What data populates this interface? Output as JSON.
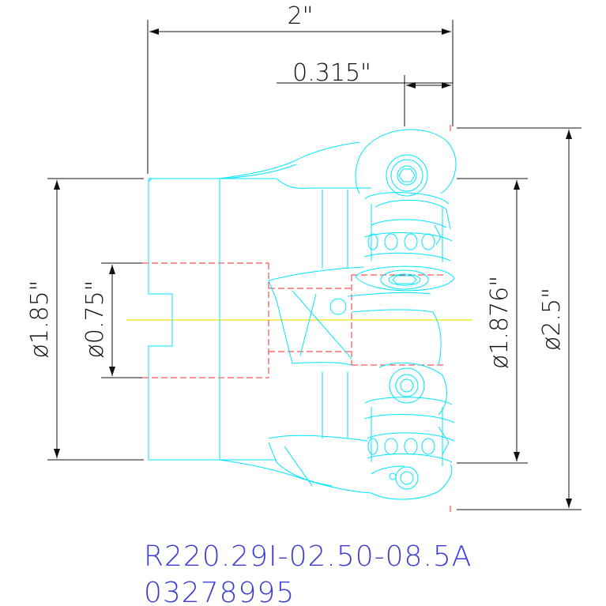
{
  "drawing": {
    "dimensions": {
      "overall_length": "2\"",
      "offset": "0.315\"",
      "body_diameter": "ø1.85\"",
      "bore_diameter": "ø0.75\"",
      "pitch_diameter": "ø1.876\"",
      "cutting_diameter": "ø2.5\""
    },
    "part_number": "R220.29I-02.50-08.5A",
    "order_code": "03278995"
  },
  "colors": {
    "outline": "#00e5ff",
    "hidden": "#ff2a2a",
    "centerline": "#f0e400",
    "dimension": "#111111",
    "code_text": "#3b3bd6"
  }
}
